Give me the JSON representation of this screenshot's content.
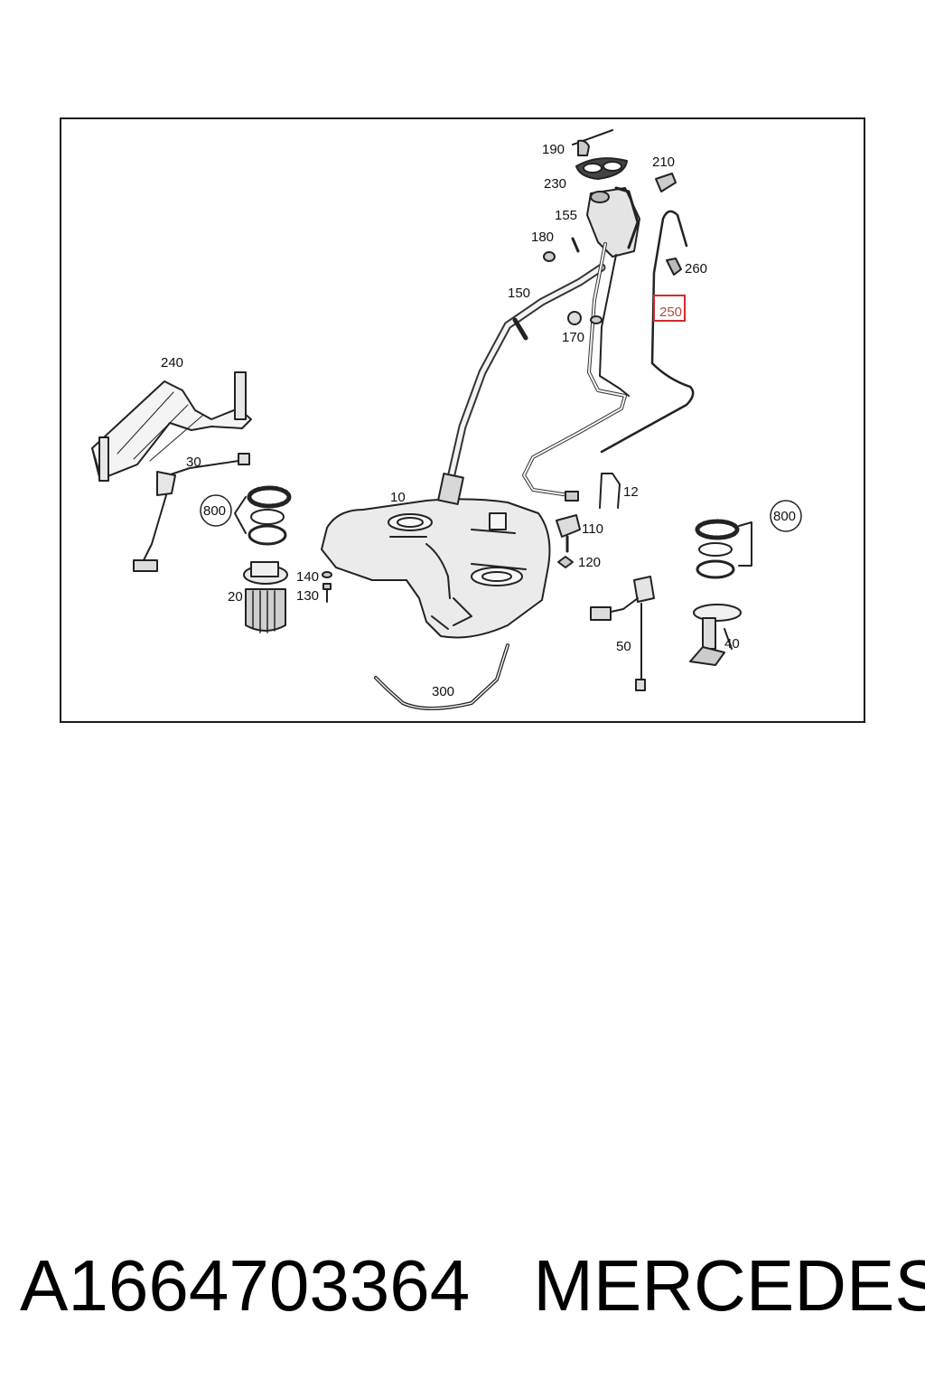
{
  "diagram": {
    "callouts": {
      "c190": "190",
      "c230": "230",
      "c210": "210",
      "c155": "155",
      "c180": "180",
      "c260": "260",
      "c150": "150",
      "c250": "250",
      "c170": "170",
      "c240": "240",
      "c30": "30",
      "c10": "10",
      "c12": "12",
      "c800a": "800",
      "c800b": "800",
      "c110": "110",
      "c120": "120",
      "c140": "140",
      "c130": "130",
      "c20": "20",
      "c50": "50",
      "c40": "40",
      "c300": "300"
    },
    "highlighted_callout": "250",
    "highlight_color": "#d62a2a"
  },
  "caption": {
    "part_number": "A1664703364",
    "brand": "MERCEDES"
  }
}
